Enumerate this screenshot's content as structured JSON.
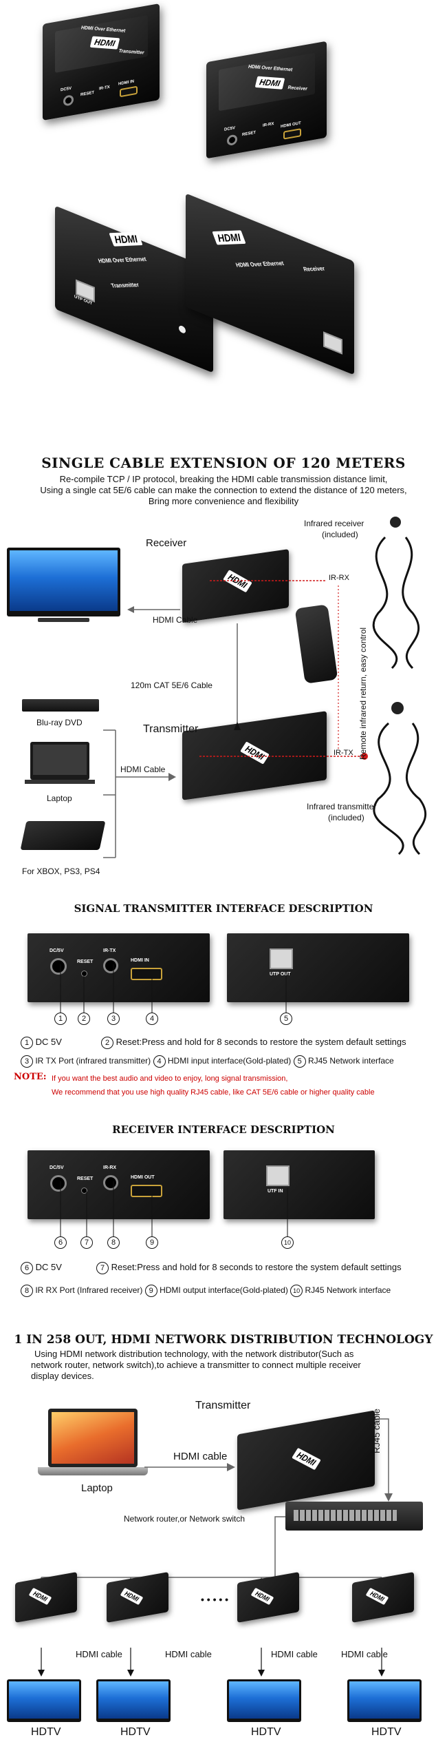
{
  "hero1": {
    "transmitter": {
      "title": "HDMI Over Ethernet",
      "side": "Transmitter",
      "ports": [
        "DC5V",
        "RESET",
        "IR-TX",
        "HDMI IN"
      ]
    },
    "receiver": {
      "title": "HDMI Over Ethernet",
      "side": "Receiver",
      "ports": [
        "DC5V",
        "RESET",
        "IR-RX",
        "HDMI OUT"
      ]
    },
    "logo": "HDMI"
  },
  "hero2": {
    "transmitter": {
      "title": "HDMI Over Ethernet",
      "side": "Transmitter",
      "port": "UTP OUT"
    },
    "receiver": {
      "title": "HDMI Over Ethernet",
      "side": "Receiver"
    },
    "logo": "HDMI"
  },
  "extension": {
    "title": "SINGLE CABLE EXTENSION OF 120 METERS",
    "line1": "Re-compile TCP / IP protocol, breaking the HDMI cable transmission distance limit,",
    "line2": "Using a single cat 5E/6 cable can make the connection to extend the distance of 120 meters,",
    "line3": "Bring more convenience and flexibility",
    "receiver_label": "Receiver",
    "transmitter_label": "Transmitter",
    "hdmi_cable_out": "HDMI Cable",
    "hdmi_cable_in": "HDMI Cable",
    "cat_cable": "120m CAT 5E/6 Cable",
    "ir_receiver": "Infrared receiver",
    "ir_receiver_inc": "(included)",
    "ir_transmitter": "Infrared transmitter",
    "ir_transmitter_inc": "(included)",
    "ir_rx": "IR-RX",
    "ir_tx": "IR-TX",
    "remote_note": "Remote infrared return, easy control",
    "sources": [
      "Blu-ray DVD",
      "Laptop",
      "For XBOX, PS3, PS4"
    ]
  },
  "tx_interface": {
    "title": "SIGNAL TRANSMITTER INTERFACE DESCRIPTION",
    "ports": [
      "DC/5V",
      "RESET",
      "IR-TX",
      "HDMI IN"
    ],
    "net_port": "UTP OUT",
    "nums": [
      "1",
      "2",
      "3",
      "4",
      "5"
    ],
    "d1": "DC 5V",
    "d2": "Reset:Press and hold for 8 seconds to restore the system default settings",
    "d3": "IR TX Port (infrared transmitter)",
    "d4": "HDMI input interface(Gold-plated)",
    "d5": "RJ45 Network interface",
    "note_label": "NOTE:",
    "note1": "If you want the best audio and video to enjoy, long signal transmission,",
    "note2": "We recommend that you use high quality RJ45 cable, like CAT 5E/6 cable or higher quality cable"
  },
  "rx_interface": {
    "title": "RECEIVER INTERFACE DESCRIPTION",
    "ports": [
      "DC/5V",
      "RESET",
      "IR-RX",
      "HDMI OUT"
    ],
    "net_port": "UTF IN",
    "nums": [
      "6",
      "7",
      "8",
      "9",
      "10"
    ],
    "d6": "DC 5V",
    "d7": "Reset:Press and hold for 8 seconds to restore the system default settings",
    "d8": "IR RX Port (Infrared receiver)",
    "d9": "HDMI output interface(Gold-plated)",
    "d10": "RJ45 Network interface"
  },
  "distribution": {
    "title": "1 IN 258 OUT, HDMI NETWORK DISTRIBUTION TECHNOLOGY",
    "line1": "Using HDMI network distribution technology, with the network distributor(Such as",
    "line2": "network router, network switch),to achieve a transmitter to connect multiple receiver",
    "line3": "display devices.",
    "transmitter_label": "Transmitter",
    "laptop_label": "Laptop",
    "hdmi_cable": "HDMI cable",
    "rj45_cable": "RJ45 cable",
    "switch_label": "Network router,or Network switch",
    "ellipsis": "• • • • •",
    "outputs": [
      {
        "cable": "HDMI cable",
        "tv": "HDTV"
      },
      {
        "cable": "HDMI cable",
        "tv": "HDTV"
      },
      {
        "cable": "HDMI cable",
        "tv": "HDTV"
      },
      {
        "cable": "HDMI cable",
        "tv": "HDTV"
      }
    ]
  },
  "colors": {
    "accent_red": "#d11a1a",
    "note_red": "#cc0000",
    "gold": "#c9a23a"
  }
}
